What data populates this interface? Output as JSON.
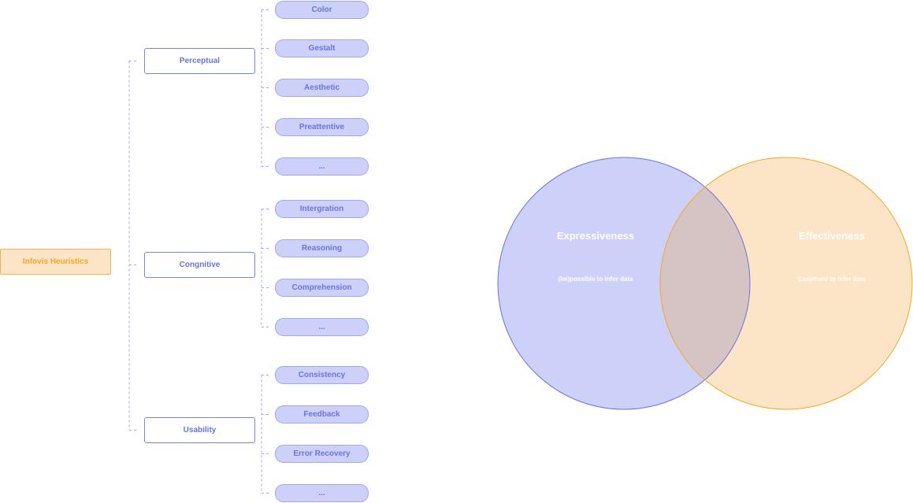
{
  "tree": {
    "root": "Infovis Heuristics",
    "categories": [
      {
        "label": "Perceptual",
        "children": [
          "Color",
          "Gestalt",
          "Aesthetic",
          "Preattentive",
          "..."
        ]
      },
      {
        "label": "Congnitive",
        "children": [
          "Intergration",
          "Reasoning",
          "Comprehension",
          "..."
        ]
      },
      {
        "label": "Usability",
        "children": [
          "Consistency",
          "Feedback",
          "Error Recovery",
          "..."
        ]
      }
    ]
  },
  "venn": {
    "left": {
      "title": "Expressiveness",
      "subtitle": "(Im)possible to infer data",
      "color": "#cdd1fa",
      "stroke": "#6a74e0"
    },
    "right": {
      "title": "Effectiveness",
      "subtitle": "Easy/hard to infer data",
      "color": "#fce4c6",
      "stroke": "#f3a91f"
    },
    "overlap_color": "#d6c3c3"
  },
  "colors": {
    "accent": "#6a74e0",
    "root_fill": "#fce4c6",
    "root_border": "#f4b24a",
    "leaf_fill": "#cdd1fa",
    "connector": "#9ea6f1"
  }
}
